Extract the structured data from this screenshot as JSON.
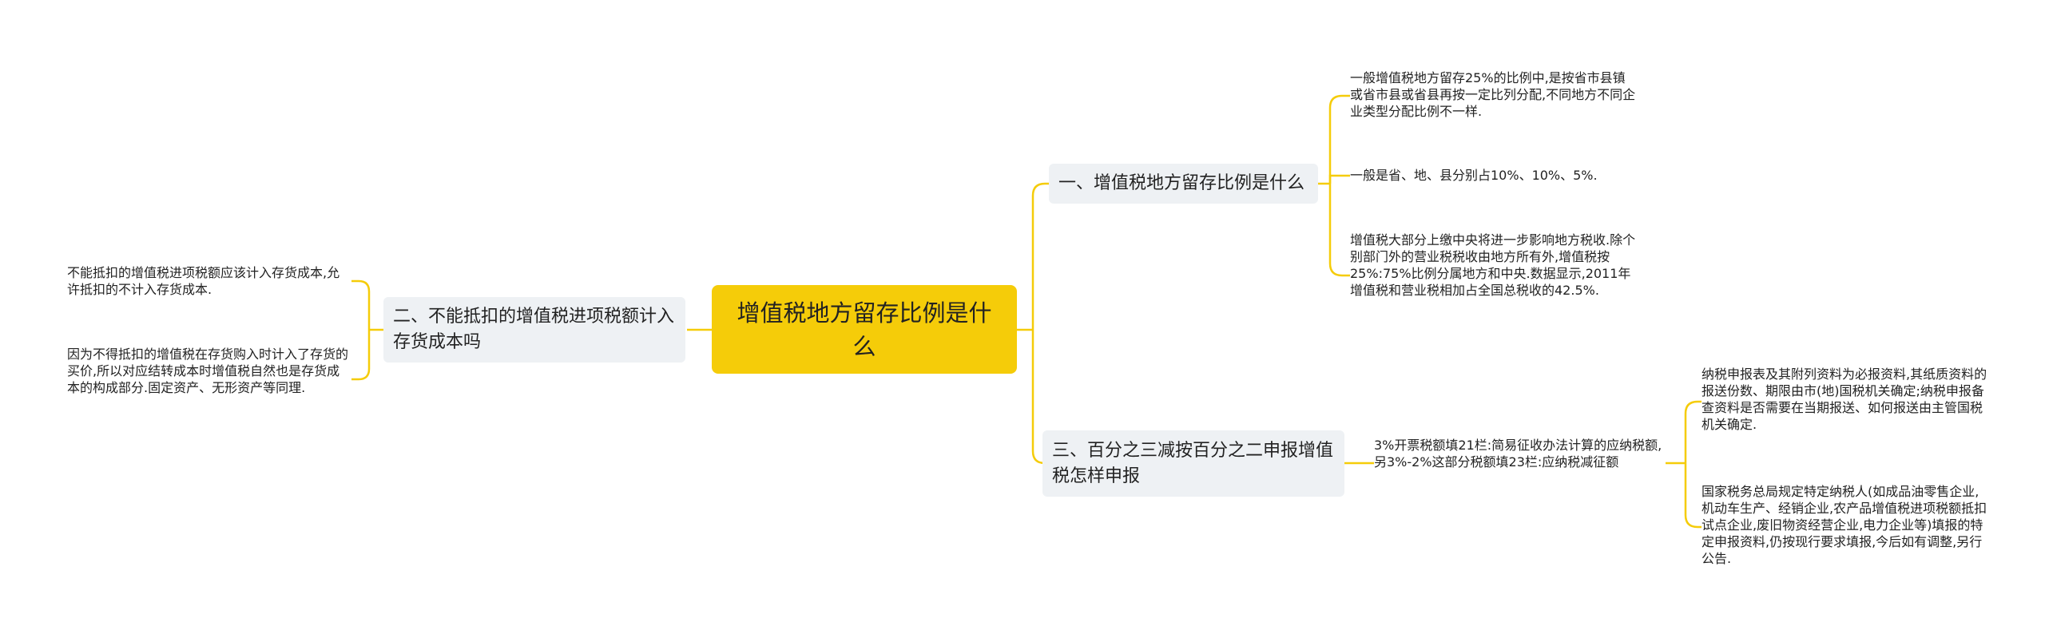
{
  "colors": {
    "root": "#f5cc09",
    "branch_bg": "#eef1f4",
    "connector": "#f5cc09",
    "text": "#222222"
  },
  "root": {
    "text": "增值税地方留存比例是什么"
  },
  "branches": {
    "b1": {
      "label": "一、增值税地方留存比例是什么",
      "details": [
        "一般增值税地方留存25%的比例中,是按省市县镇或省市县或省县再按一定比列分配,不同地方不同企业类型分配比例不一样.",
        "一般是省、地、县分别占10%、10%、5%.",
        "增值税大部分上缴中央将进一步影响地方税收.除个别部门外的营业税税收由地方所有外,增值税按25%:75%比例分属地方和中央.数据显示,2011年增值税和营业税相加占全国总税收的42.5%."
      ]
    },
    "b2": {
      "label": "二、不能抵扣的增值税进项税额计入存货成本吗",
      "details": [
        "不能抵扣的增值税进项税额应该计入存货成本,允许抵扣的不计入存货成本.",
        "因为不得抵扣的增值税在存货购入时计入了存货的买价,所以对应结转成本时增值税自然也是存货成本的构成部分.固定资产、无形资产等同理."
      ]
    },
    "b3": {
      "label": "三、百分之三减按百分之二申报增值税怎样申报",
      "sub": "3%开票税额填21栏:简易征收办法计算的应纳税额,另3%-2%这部分税额填23栏:应纳税减征额",
      "details": [
        "纳税申报表及其附列资料为必报资料,其纸质资料的报送份数、期限由市(地)国税机关确定;纳税申报备查资料是否需要在当期报送、如何报送由主管国税机关确定.",
        "国家税务总局规定特定纳税人(如成品油零售企业,机动车生产、经销企业,农产品增值税进项税额抵扣试点企业,废旧物资经营企业,电力企业等)填报的特定申报资料,仍按现行要求填报,今后如有调整,另行公告."
      ]
    }
  }
}
